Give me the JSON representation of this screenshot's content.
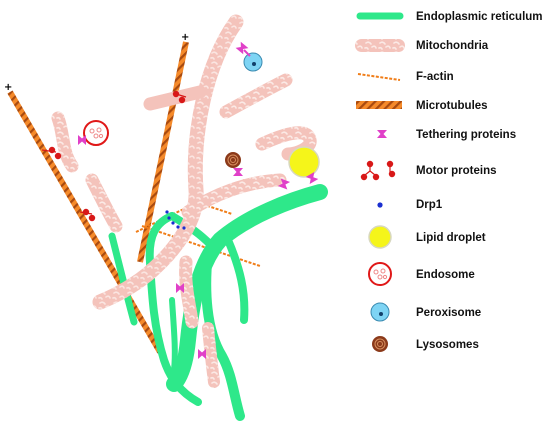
{
  "legend": {
    "items": [
      {
        "key": "er",
        "label": "Endoplasmic reticulum"
      },
      {
        "key": "mito",
        "label": "Mitochondria"
      },
      {
        "key": "factin",
        "label": "F-actin"
      },
      {
        "key": "mt",
        "label": "Microtubules"
      },
      {
        "key": "tether",
        "label": "Tethering proteins"
      },
      {
        "key": "motor",
        "label": "Motor proteins"
      },
      {
        "key": "drp1",
        "label": "Drp1"
      },
      {
        "key": "lipid",
        "label": "Lipid droplet"
      },
      {
        "key": "endo",
        "label": "Endosome"
      },
      {
        "key": "perox",
        "label": "Peroxisome"
      },
      {
        "key": "lyso",
        "label": "Lysosomes"
      }
    ]
  },
  "microtubule_ends": [
    "+",
    "+"
  ],
  "colors": {
    "er": "#2ee88a",
    "mito_fill": "#f4c3bb",
    "mito_pattern": "#fbe9e5",
    "factin": "#f07d18",
    "mt_dark": "#a84a10",
    "mt_light": "#f58a2a",
    "tether": "#e040c8",
    "motor": "#d81818",
    "drp1": "#1a2fd0",
    "lipid": "#f5f51a",
    "endosome": "#e01818",
    "peroxisome": "#7ed4f4",
    "lysosome": "#8b3a1a"
  }
}
